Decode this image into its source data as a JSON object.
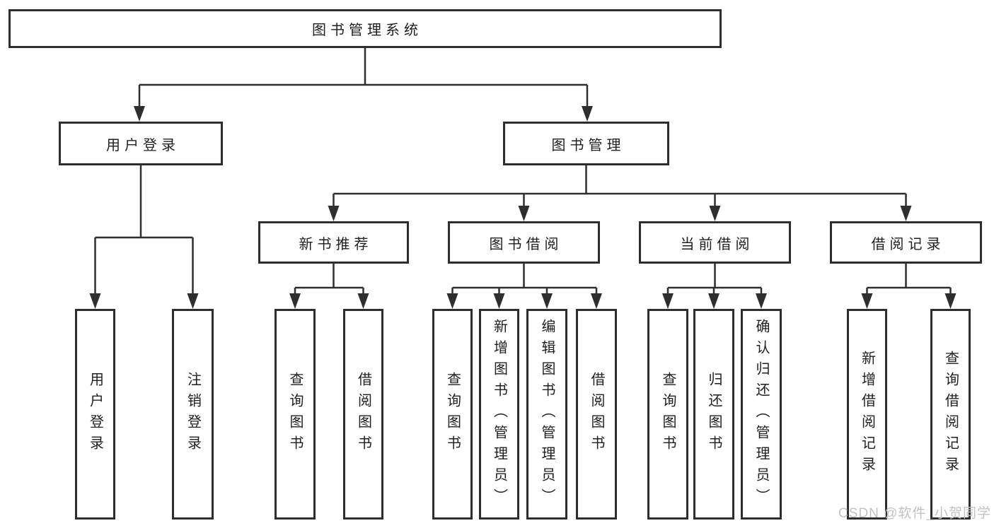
{
  "tree": {
    "root": {
      "label": "图书管理系统"
    },
    "branches": [
      {
        "label": "用户登录",
        "leaves": [
          {
            "label": "用户登录"
          },
          {
            "label": "注销登录"
          }
        ]
      },
      {
        "label": "图书管理",
        "groups": [
          {
            "label": "新书推荐",
            "leaves": [
              {
                "label": "查询图书"
              },
              {
                "label": "借阅图书"
              }
            ]
          },
          {
            "label": "图书借阅",
            "leaves": [
              {
                "label": "查询图书"
              },
              {
                "label": "新增图书（管理员）"
              },
              {
                "label": "编辑图书（管理员）"
              },
              {
                "label": "借阅图书"
              }
            ]
          },
          {
            "label": "当前借阅",
            "leaves": [
              {
                "label": "查询图书"
              },
              {
                "label": "归还图书"
              },
              {
                "label": "确认归还（管理员）"
              }
            ]
          },
          {
            "label": "借阅记录",
            "leaves": [
              {
                "label": "新增借阅记录"
              },
              {
                "label": "查询借阅记录"
              }
            ]
          }
        ]
      }
    ]
  },
  "watermark": {
    "text": "CSDN @软件_小贺同学"
  },
  "colors": {
    "line": "#2e2e2e",
    "text": "#1f1f1f",
    "watermark": "#c2c2c2",
    "background": "#ffffff"
  }
}
